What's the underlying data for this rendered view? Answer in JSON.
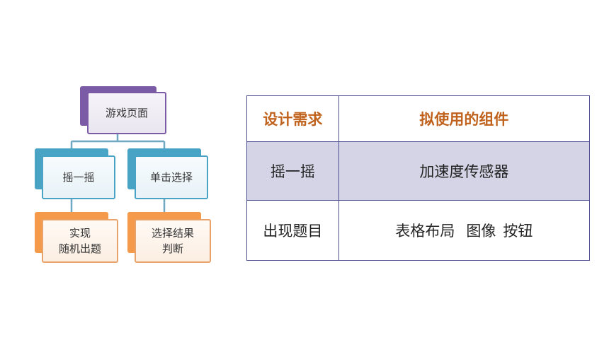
{
  "diagram": {
    "root": {
      "label": "游戏页面"
    },
    "branches": [
      {
        "label": "摇一摇",
        "child": {
          "label": "实现\n随机出题"
        }
      },
      {
        "label": "单击选择",
        "child": {
          "label": "选择结果\n判断"
        }
      }
    ],
    "colors": {
      "root": "#7b5aa6",
      "branch": "#49a3c4",
      "leaf": "#f59a4a",
      "connector": "#6fa8c0"
    }
  },
  "table": {
    "headers": [
      "设计需求",
      "拟使用的组件"
    ],
    "rows": [
      {
        "need": "摇一摇",
        "components": [
          "加速度传感器"
        ]
      },
      {
        "need": "出现题目",
        "components": [
          "表格布局",
          "图像",
          "按钮"
        ]
      }
    ],
    "colors": {
      "header_text": "#c0621c",
      "highlight_row": "#d4d4e6",
      "border": "#4b4d8f"
    }
  }
}
